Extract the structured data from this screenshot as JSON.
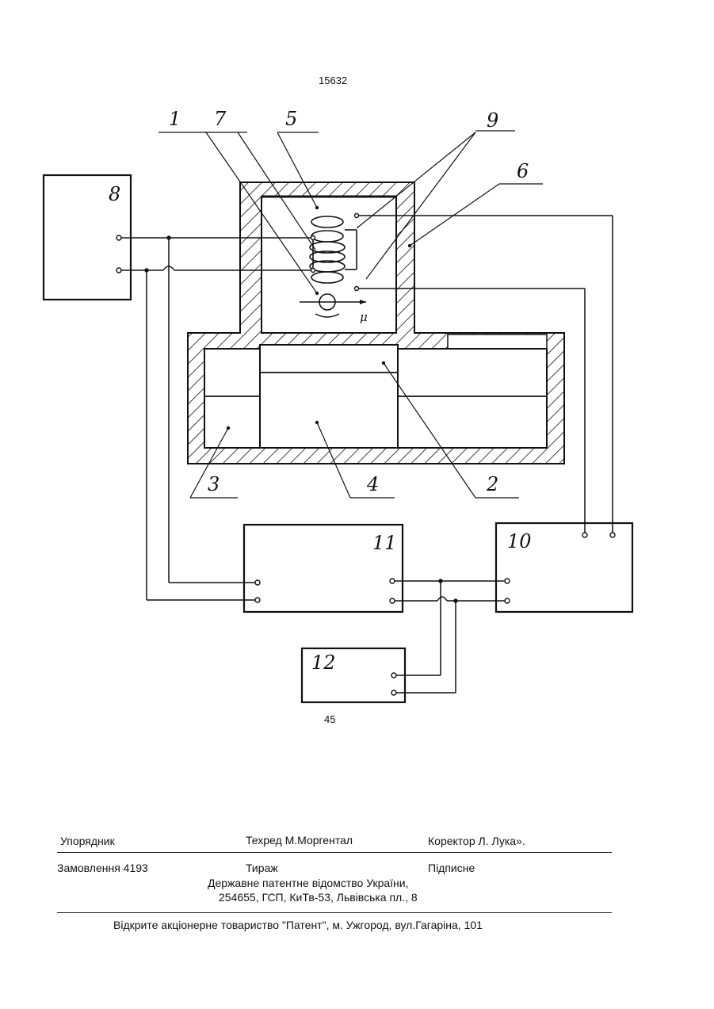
{
  "header": {
    "page_number": "15632"
  },
  "figure": {
    "labels": [
      "1",
      "7",
      "5",
      "9",
      "8",
      "6",
      "3",
      "4",
      "2",
      "11",
      "10",
      "12"
    ],
    "vector_symbol": "μ",
    "figure_number": "45"
  },
  "footer": {
    "compiler": "Упорядник",
    "tech_editor": "Техред М.Моргентал",
    "proofreader": "Коректор Л. Лука».",
    "order": "Замовлення 4193",
    "circulation": "Тираж",
    "subscription": "Підписне",
    "office_line1": "Державне патентне відомство України,",
    "office_line2": "254655, ГСП, КиТв-53, Львівська пл., 8",
    "publisher": "Відкрите акціонерне товариство \"Патент\", м. Ужгород, вул.Гагаріна, 101"
  }
}
